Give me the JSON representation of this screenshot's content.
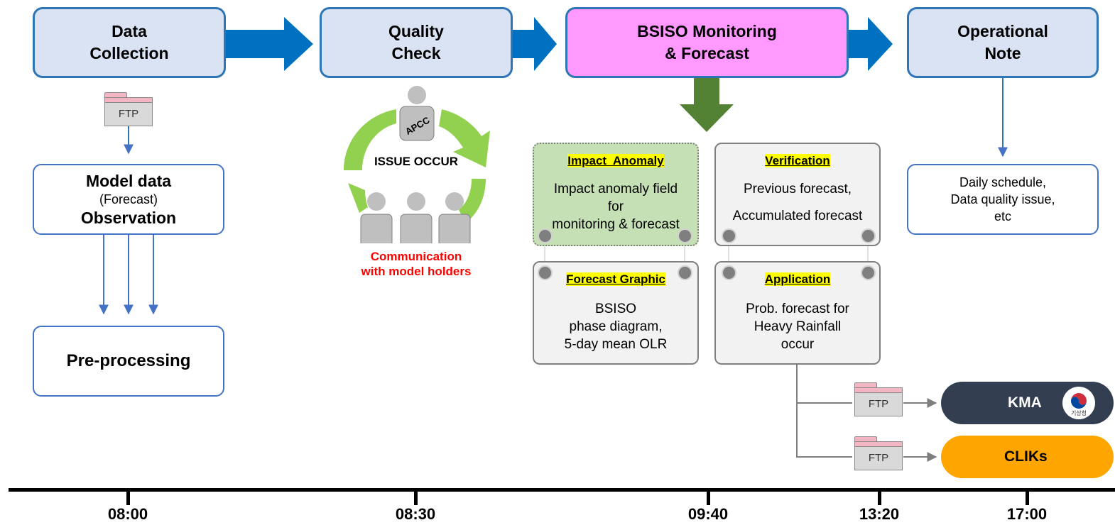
{
  "stages": [
    {
      "line1": "Data",
      "line2": "Collection"
    },
    {
      "line1": "Quality",
      "line2": "Check"
    },
    {
      "line1": "BSISO Monitoring",
      "line2": "& Forecast"
    },
    {
      "line1": "Operational",
      "line2": "Note"
    }
  ],
  "ftp_label": "FTP",
  "model_box": {
    "line1": "Model data",
    "line2": "(Forecast)",
    "line3": "Observation"
  },
  "preprocessing": "Pre-processing",
  "quality_cycle": {
    "badge": "APCC",
    "issue": "ISSUE OCCUR",
    "comm_line1": "Communication",
    "comm_line2": "with model holders"
  },
  "cards": {
    "impact": {
      "title": "Impact  Anomaly",
      "body1": "Impact anomaly field",
      "body2": "for",
      "body3": "monitoring & forecast"
    },
    "verification": {
      "title": "Verification",
      "body1": "Previous forecast,",
      "body2": "Accumulated forecast"
    },
    "graphic": {
      "title": "Forecast Graphic",
      "body1": "BSISO",
      "body2": "phase diagram,",
      "body3": "5-day mean OLR"
    },
    "application": {
      "title": "Application",
      "body1": "Prob. forecast for",
      "body2": "Heavy Rainfall",
      "body3": "occur"
    }
  },
  "note_box": {
    "line1": "Daily schedule,",
    "line2": "Data quality issue,",
    "line3": "etc"
  },
  "destinations": {
    "kma": "KMA",
    "kma_logo_text": "기상청",
    "cliks": "CLIKs"
  },
  "timeline": [
    "08:00",
    "08:30",
    "09:40",
    "13:20",
    "17:00"
  ],
  "colors": {
    "stage_fill": "#dae3f3",
    "stage_border": "#2e75b6",
    "magenta": "#ff99ff",
    "arrow_blue": "#0070c0",
    "arrow_green": "#548235",
    "kma": "#333f50",
    "cliks": "#ffa500",
    "comm_red": "#ff0000"
  }
}
